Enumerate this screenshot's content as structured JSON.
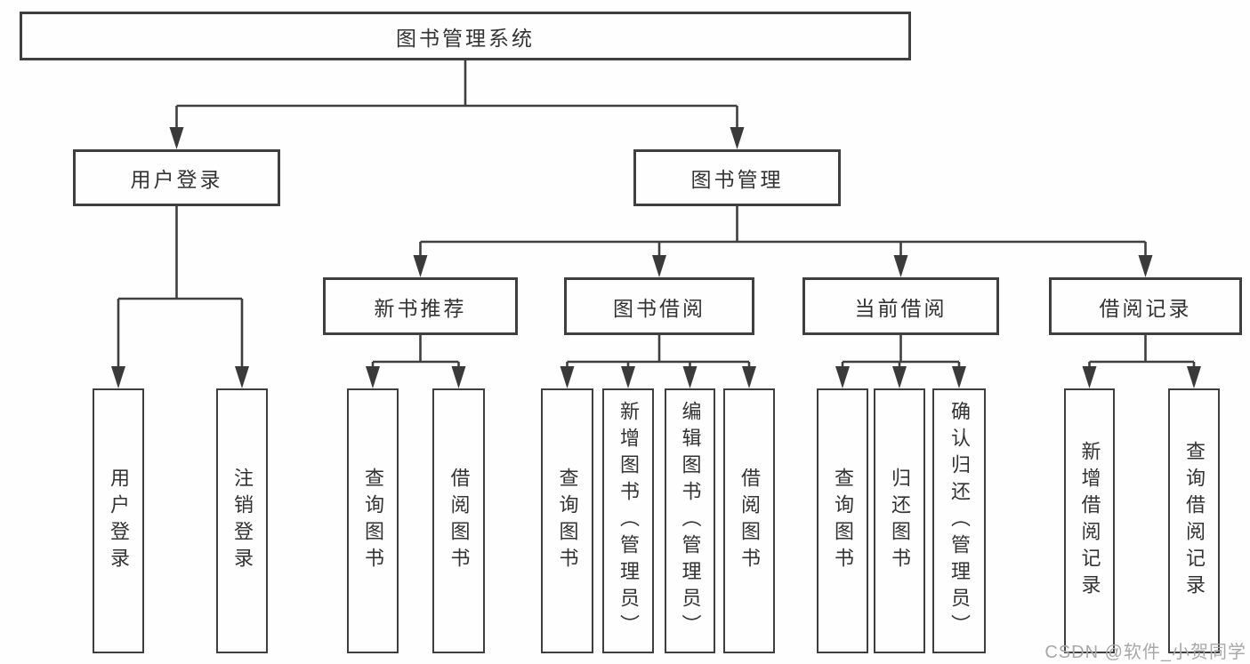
{
  "diagram": {
    "nodes": [
      {
        "id": "root",
        "label": "图书管理系统",
        "children": [
          "user-login",
          "book-mgmt"
        ]
      },
      {
        "id": "user-login",
        "label": "用户登录",
        "children": [
          "login",
          "logout"
        ]
      },
      {
        "id": "book-mgmt",
        "label": "图书管理",
        "children": [
          "new-book-rec",
          "book-borrow",
          "current-borrow",
          "borrow-records"
        ]
      },
      {
        "id": "new-book-rec",
        "label": "新书推荐",
        "children": [
          "query-books-new",
          "borrow-books-new"
        ]
      },
      {
        "id": "book-borrow",
        "label": "图书借阅",
        "children": [
          "query-books-borrow",
          "add-book",
          "edit-book",
          "borrow-books-borrow"
        ]
      },
      {
        "id": "current-borrow",
        "label": "当前借阅",
        "children": [
          "query-books-current",
          "return-book",
          "confirm-return"
        ]
      },
      {
        "id": "borrow-records",
        "label": "借阅记录",
        "children": [
          "add-borrow-record",
          "query-borrow-record"
        ]
      },
      {
        "id": "login",
        "label": "用户登录",
        "children": []
      },
      {
        "id": "logout",
        "label": "注销登录",
        "children": []
      },
      {
        "id": "query-books-new",
        "label": "查询图书",
        "children": []
      },
      {
        "id": "borrow-books-new",
        "label": "借阅图书",
        "children": []
      },
      {
        "id": "query-books-borrow",
        "label": "查询图书",
        "children": []
      },
      {
        "id": "add-book",
        "label": "新增图书（管理员）",
        "children": []
      },
      {
        "id": "edit-book",
        "label": "编辑图书（管理员）",
        "children": []
      },
      {
        "id": "borrow-books-borrow",
        "label": "借阅图书",
        "children": []
      },
      {
        "id": "query-books-current",
        "label": "查询图书",
        "children": []
      },
      {
        "id": "return-book",
        "label": "归还图书",
        "children": []
      },
      {
        "id": "confirm-return",
        "label": "确认归还（管理员）",
        "children": []
      },
      {
        "id": "add-borrow-record",
        "label": "新增借阅记录",
        "children": []
      },
      {
        "id": "query-borrow-record",
        "label": "查询借阅记录",
        "children": []
      }
    ]
  },
  "watermark": {
    "text": "CSDN @软件_小贺同学"
  },
  "colors": {
    "line": "#3f3f3f",
    "text": "#333333",
    "arrow": "#3a3a3a",
    "watermark": "#a8a8a8",
    "background": "#fefefe"
  }
}
